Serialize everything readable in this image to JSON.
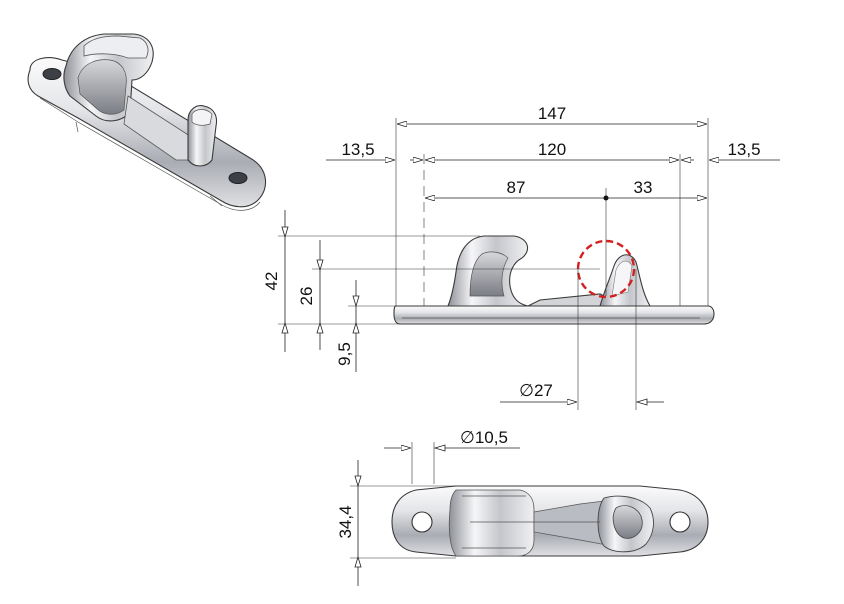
{
  "dimensions": {
    "overall_length": "147",
    "hole_spacing": "120",
    "left_offset": "13,5",
    "right_offset": "13,5",
    "to_horn_center": "87",
    "horn_to_hole": "33",
    "total_height": "42",
    "horn_center_height": "26",
    "base_thickness": "9,5",
    "horn_diameter": "∅27",
    "hole_diameter": "∅10,5",
    "width": "34,4"
  },
  "colors": {
    "metal_light": "#f2f2f4",
    "metal_mid": "#b9bcc2",
    "metal_dark": "#6d7078",
    "highlight_circle": "#d42020"
  }
}
